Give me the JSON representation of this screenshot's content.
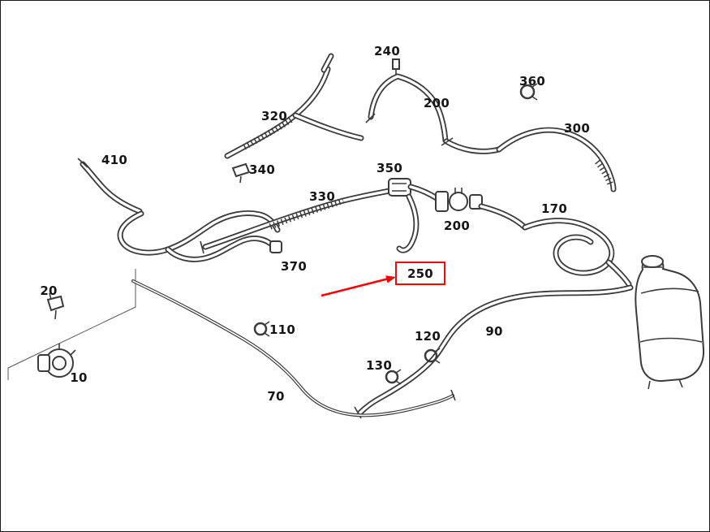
{
  "diagram": {
    "line_color": "#3b3b3b",
    "labels": [
      {
        "part": "320",
        "text": "320"
      },
      {
        "part": "240",
        "text": "240"
      },
      {
        "part": "200-top",
        "text": "200"
      },
      {
        "part": "360",
        "text": "360"
      },
      {
        "part": "300",
        "text": "300"
      },
      {
        "part": "410",
        "text": "410"
      },
      {
        "part": "340",
        "text": "340"
      },
      {
        "part": "350",
        "text": "350"
      },
      {
        "part": "330",
        "text": "330"
      },
      {
        "part": "200-mid",
        "text": "200"
      },
      {
        "part": "170",
        "text": "170"
      },
      {
        "part": "370",
        "text": "370"
      },
      {
        "part": "250",
        "text": "250"
      },
      {
        "part": "20",
        "text": "20"
      },
      {
        "part": "110",
        "text": "110"
      },
      {
        "part": "120",
        "text": "120"
      },
      {
        "part": "90",
        "text": "90"
      },
      {
        "part": "130",
        "text": "130"
      },
      {
        "part": "10",
        "text": "10"
      },
      {
        "part": "70",
        "text": "70"
      }
    ],
    "highlight": {
      "target_part": "250",
      "color": "#ff0000",
      "style": "box-with-arrow"
    }
  }
}
